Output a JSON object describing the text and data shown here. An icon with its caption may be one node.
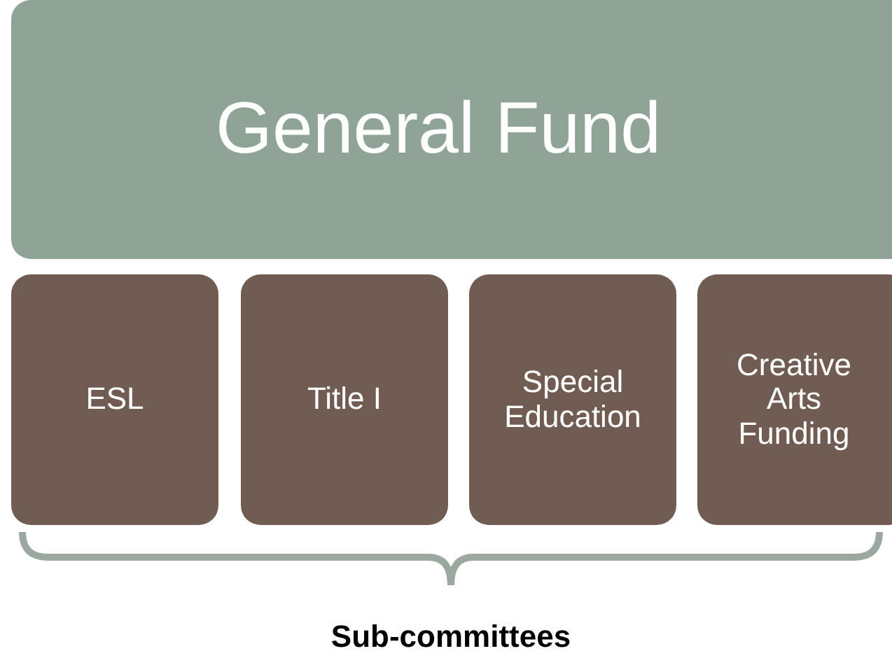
{
  "diagram": {
    "nodes": [
      {
        "text": [
          "General Fund"
        ]
      },
      {
        "text": [
          "ESL"
        ]
      },
      {
        "text": [
          "Title I"
        ]
      },
      {
        "text": [
          "Special Education"
        ]
      },
      {
        "text": [
          "Creative Arts Funding"
        ]
      }
    ],
    "labels": [
      "Sub-committees"
    ]
  }
}
